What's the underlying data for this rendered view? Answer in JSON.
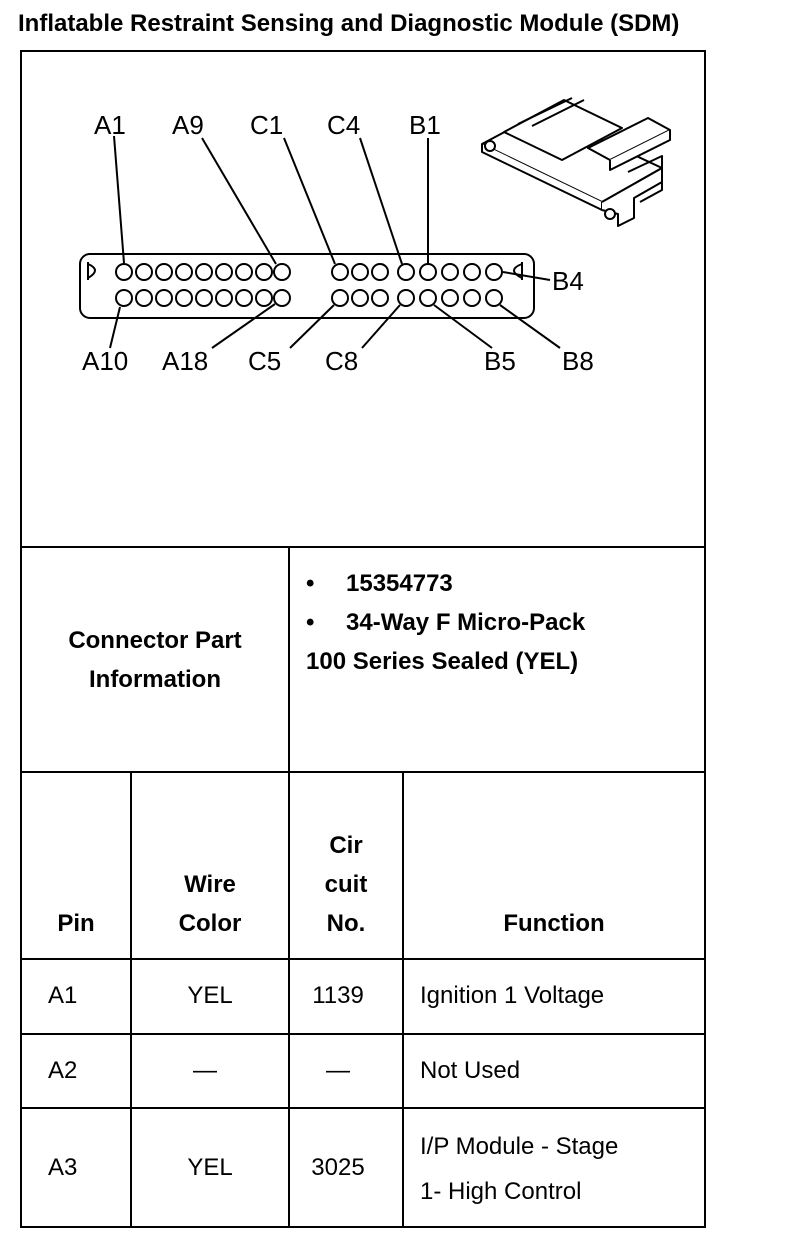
{
  "title": "Inflatable Restraint Sensing and Diagnostic Module (SDM)",
  "diagram": {
    "top_labels": [
      "A1",
      "A9",
      "C1",
      "C4",
      "B1"
    ],
    "bottom_labels": [
      "A10",
      "A18",
      "C5",
      "C8",
      "B5",
      "B8"
    ],
    "side_label": "B4"
  },
  "connector": {
    "label_line1": "Connector Part",
    "label_line2": "Information",
    "part_number": "15354773",
    "description_line1": "34-Way F Micro-Pack",
    "description_line2": "100 Series Sealed (YEL)",
    "bullet": "•"
  },
  "table": {
    "headers": {
      "pin": "Pin",
      "wire_color_1": "Wire",
      "wire_color_2": "Color",
      "circuit_1": "Cir",
      "circuit_2": "cuit",
      "circuit_3": "No.",
      "function": "Function"
    },
    "rows": [
      {
        "pin": "A1",
        "wire_color": "YEL",
        "circuit": "1139",
        "function_1": "Ignition 1 Voltage",
        "function_2": ""
      },
      {
        "pin": "A2",
        "wire_color": "—",
        "circuit": "—",
        "function_1": "Not Used",
        "function_2": ""
      },
      {
        "pin": "A3",
        "wire_color": "YEL",
        "circuit": "3025",
        "function_1": "I/P Module - Stage",
        "function_2": "1- High Control"
      }
    ]
  }
}
